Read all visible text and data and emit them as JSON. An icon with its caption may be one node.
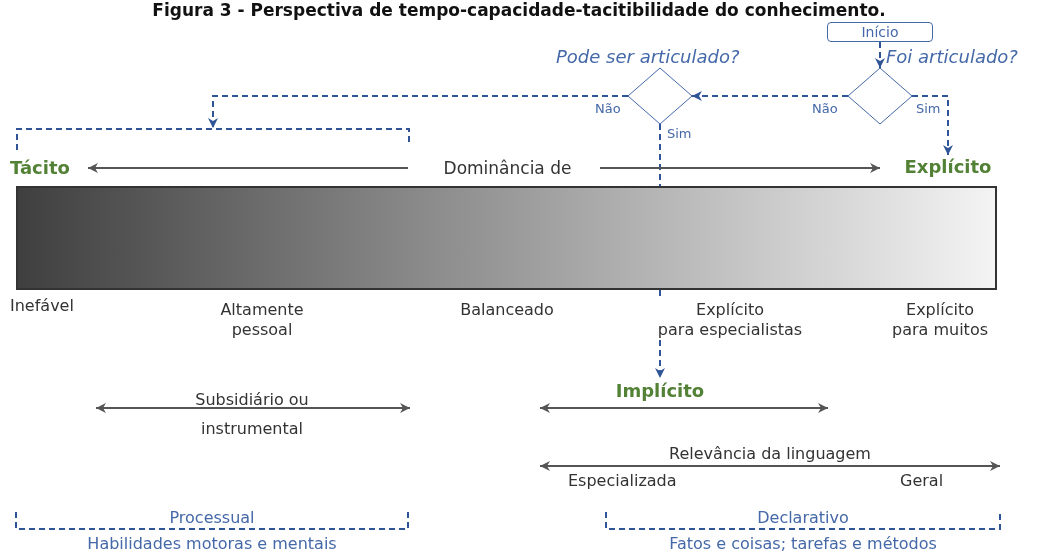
{
  "diagram": {
    "title": "Figura 3 - Perspectiva de tempo-capacidade-tacitibilidade do conhecimento.",
    "nodes": [
      {
        "text": [
          "Início"
        ]
      },
      {
        "text": [
          "Pode ser articulado?"
        ]
      },
      {
        "text": [
          "Foi articulado?"
        ]
      },
      {
        "text": [],
        "shape": "bracket"
      },
      {
        "text": [
          "Explícito"
        ]
      },
      {
        "text": [],
        "shape": "bar"
      },
      {
        "text": [
          "Implícito"
        ]
      }
    ],
    "edges": [
      {
        "from": 0,
        "to": 2,
        "arrow": "to",
        "style": "dashed"
      },
      {
        "from": 2,
        "to": 1,
        "arrow": "to",
        "label": "Não",
        "style": "dashed"
      },
      {
        "from": 2,
        "to": 4,
        "arrow": "to",
        "label": "Sim",
        "style": "dashed"
      },
      {
        "from": 1,
        "to": 3,
        "arrow": "to",
        "label": "Não",
        "style": "dashed"
      },
      {
        "from": 1,
        "to": 5,
        "arrow": "none",
        "label": "Sim",
        "style": "dashed"
      },
      {
        "from": 5,
        "to": 6,
        "arrow": "to",
        "style": "dashed"
      }
    ],
    "labels": [
      "Tácito",
      "Dominância de",
      "Inefável",
      "Altamente pessoal",
      "Balanceado",
      "Explícito para especialistas",
      "Explícito para muitos",
      "Subsidiário ou instrumental",
      "Relevância da linguagem",
      "Especializada",
      "Geral",
      "Processual",
      "Habilidades motoras e mentais",
      "Declarativo",
      "Fatos e coisas; tarefas e métodos"
    ]
  }
}
